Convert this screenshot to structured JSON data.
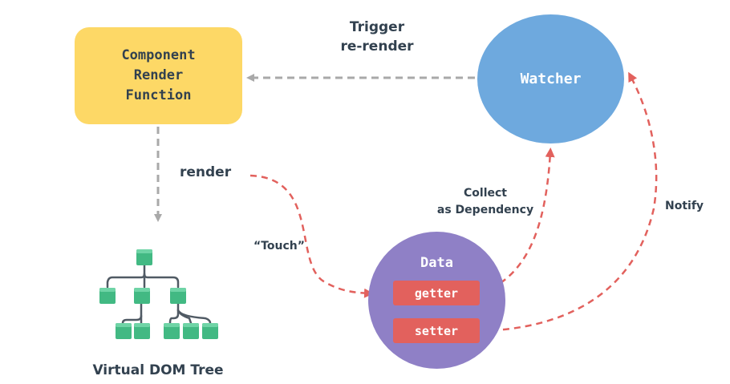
{
  "nodes": {
    "component": "Component\nRender\nFunction",
    "watcher": "Watcher",
    "data": "Data",
    "getter": "getter",
    "setter": "setter",
    "vdom_tree": "Virtual DOM Tree"
  },
  "edges": {
    "trigger": "Trigger\nre-render",
    "render": "render",
    "touch": "“Touch”",
    "collect": "Collect\nas Dependency",
    "notify": "Notify"
  },
  "colors": {
    "component": "#fdd866",
    "watcher": "#6ea9de",
    "data": "#8f80c6",
    "pill": "#e2615d",
    "gray_arrow": "#a9a9a9",
    "red_arrow": "#e2615d",
    "tree_node": "#42b983",
    "tree_line": "#505a64",
    "text": "#32414f"
  }
}
